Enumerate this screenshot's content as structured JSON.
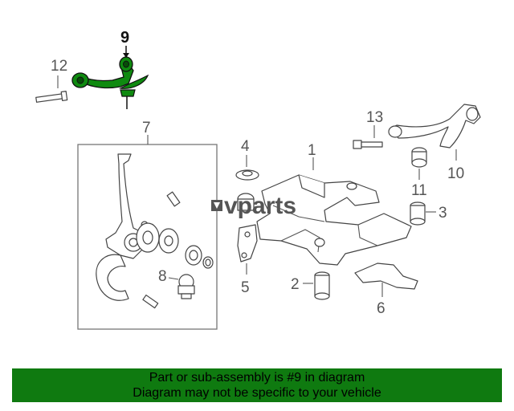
{
  "diagram": {
    "highlighted_part": "9",
    "highlight_color": "#0f7a10",
    "callouts": {
      "c1": "1",
      "c2": "2",
      "c3": "3",
      "c5": "5",
      "c6": "6",
      "c7": "7",
      "c8": "8",
      "c9": "9",
      "c10": "10",
      "c11": "11",
      "c12": "12",
      "c13": "13",
      "c4": "4"
    },
    "watermark": {
      "text": "vparts",
      "icon": "cv-logo-icon"
    }
  },
  "banner": {
    "line1": "Part or sub-assembly is #9 in diagram",
    "line2": "Diagram may not be specific to your vehicle",
    "background": "#0f7a10"
  }
}
